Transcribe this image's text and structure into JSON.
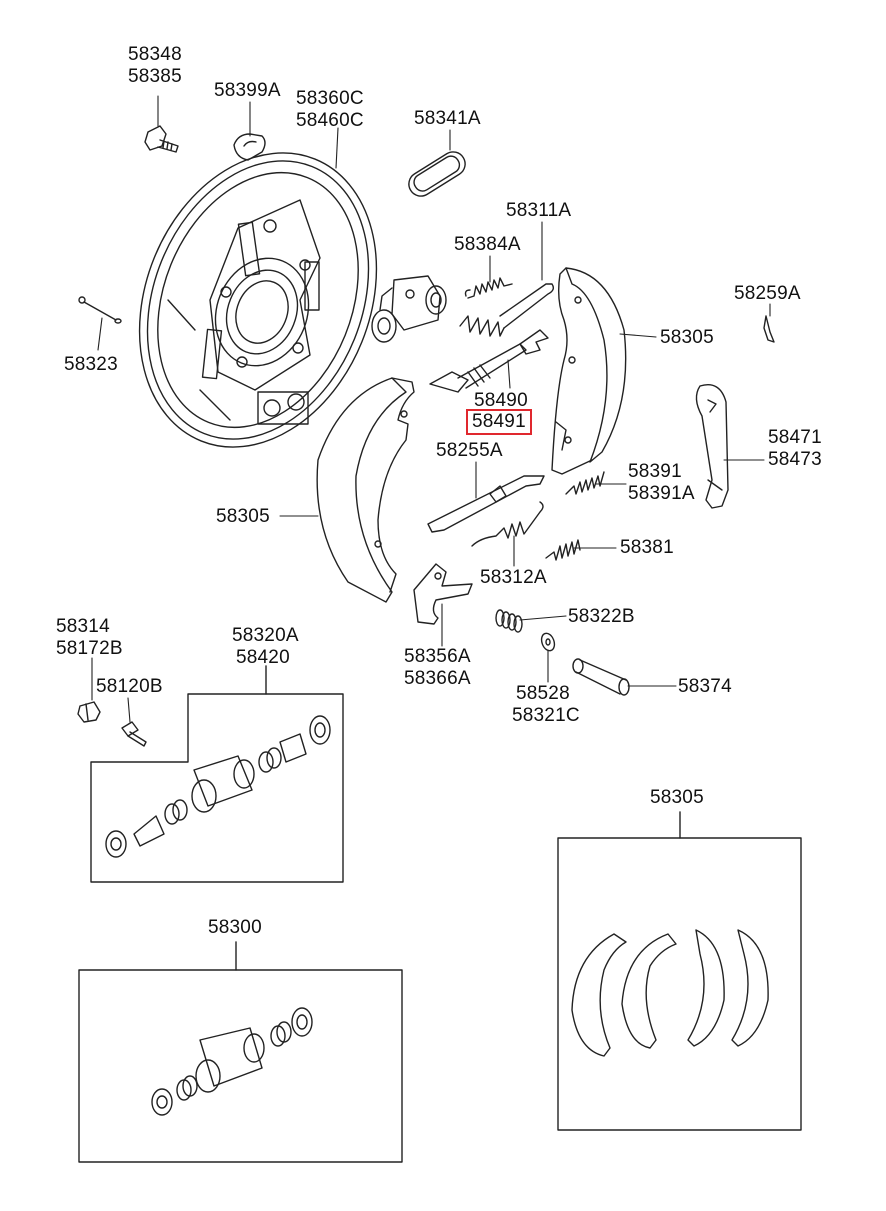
{
  "callouts": {
    "c58348": [
      "58348",
      "58385"
    ],
    "c58399a": [
      "58399A"
    ],
    "c58360c": [
      "58360C",
      "58460C"
    ],
    "c58341a": [
      "58341A"
    ],
    "c58311a": [
      "58311A"
    ],
    "c58384a": [
      "58384A"
    ],
    "c58259a": [
      "58259A"
    ],
    "c58323": [
      "58323"
    ],
    "c58305_right": [
      "58305"
    ],
    "c58490": [
      "58490"
    ],
    "c58491": [
      "58491"
    ],
    "c58471": [
      "58471",
      "58473"
    ],
    "c58255a": [
      "58255A"
    ],
    "c58391": [
      "58391",
      "58391A"
    ],
    "c58305_left": [
      "58305"
    ],
    "c58381": [
      "58381"
    ],
    "c58312a": [
      "58312A"
    ],
    "c58314": [
      "58314",
      "58172B"
    ],
    "c58320a": [
      "58320A",
      "58420"
    ],
    "c58322b": [
      "58322B"
    ],
    "c58356a": [
      "58356A",
      "58366A"
    ],
    "c58120b": [
      "58120B"
    ],
    "c58528": [
      "58528",
      "58321C"
    ],
    "c58374": [
      "58374"
    ],
    "c58305_box": [
      "58305"
    ],
    "c58300": [
      "58300"
    ]
  },
  "highlight": {
    "part": "58491",
    "color": "#e0282e"
  }
}
